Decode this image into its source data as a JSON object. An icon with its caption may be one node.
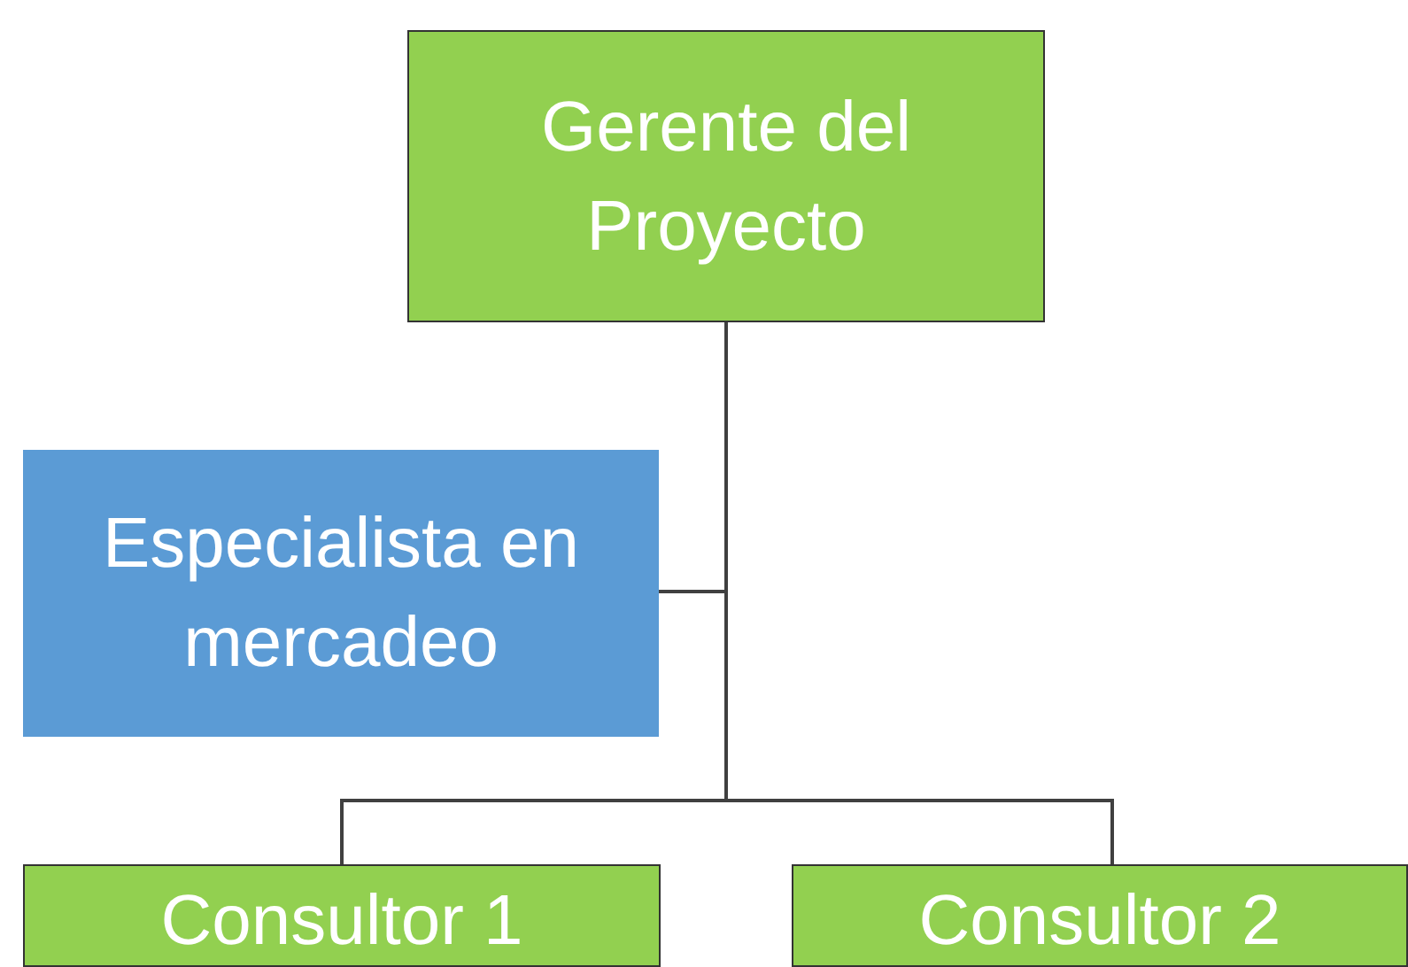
{
  "diagram": {
    "nodes": [
      {
        "text": [
          "Gerente del Proyecto"
        ]
      },
      {
        "text": [
          "Especialista en mercadeo"
        ]
      },
      {
        "text": [
          "Consultor 1"
        ]
      },
      {
        "text": [
          "Consultor 2"
        ]
      }
    ],
    "edges": [
      {
        "from": 0,
        "to": 1,
        "arrow": "none"
      },
      {
        "from": 0,
        "to": 2,
        "arrow": "none"
      },
      {
        "from": 0,
        "to": 3,
        "arrow": "none"
      }
    ]
  }
}
